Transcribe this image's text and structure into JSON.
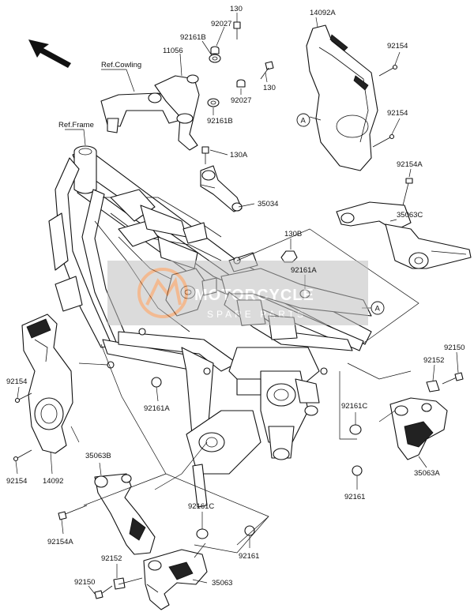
{
  "labels": {
    "p130_top": "130",
    "p92027_top": "92027",
    "p92161B_top": "92161B",
    "p11056": "11056",
    "ref_cowling": "Ref.Cowling",
    "p130_mid": "130",
    "p92027_mid": "92027",
    "p92161B_mid": "92161B",
    "ref_frame": "Ref.Frame",
    "p130A": "130A",
    "p35034": "35034",
    "p14092A": "14092A",
    "p92154_r1": "92154",
    "p92154_r2": "92154",
    "p92154A_r": "92154A",
    "p35063C": "35063C",
    "p130B": "130B",
    "p92161A_r": "92161A",
    "circle_A_top": "A",
    "circle_A_right": "A",
    "p92150_r": "92150",
    "p92152_r": "92152",
    "p92161C_r": "92161C",
    "p35063A": "35063A",
    "p92161_r": "92161",
    "p92154_l1": "92154",
    "p92154_l2": "92154",
    "p14092": "14092",
    "p92161A_c": "92161A",
    "p35063B": "35063B",
    "p92154A_l": "92154A",
    "p92161C_c": "92161C",
    "p92161_c": "92161",
    "p92152_b": "92152",
    "p92150_b": "92150",
    "p35063": "35063"
  },
  "watermark": {
    "line1": "MOTORCYCLE",
    "line2": "SPARE PARTS"
  },
  "colors": {
    "line": "#111111",
    "watermark_box": "#bfbfbf",
    "watermark_accent": "#e8823a"
  }
}
